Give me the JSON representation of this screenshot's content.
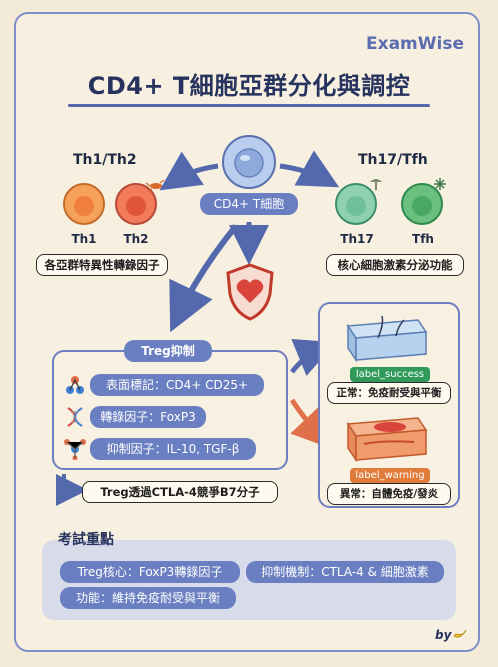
{
  "brand": "ExamWise",
  "title": "CD4+ T細胞亞群分化與調控",
  "center_cell": {
    "label": "CD4+ T細胞"
  },
  "left_group": {
    "title": "Th1/Th2",
    "cells": [
      "Th1",
      "Th2"
    ],
    "caption": "各亞群特異性轉錄因子"
  },
  "right_group": {
    "title": "Th17/Tfh",
    "cells": [
      "Th17",
      "Tfh"
    ],
    "caption": "核心細胞激素分泌功能"
  },
  "treg": {
    "header": "Treg抑制",
    "items": [
      {
        "icon": "molecule-icon",
        "text": "表面標記：CD4+ CD25+"
      },
      {
        "icon": "dna-icon",
        "text": "轉錄因子：FoxP3"
      },
      {
        "icon": "network-icon",
        "text": "抑制因子：IL-10, TGF-β"
      }
    ],
    "note": "Treg透過CTLA-4競爭B7分子"
  },
  "outcomes": {
    "success": {
      "tag": "label_success",
      "caption": "正常：免疫耐受與平衡",
      "color": "#2f9a5a"
    },
    "warning": {
      "tag": "label_warning",
      "caption": "異常：自體免疫/發炎",
      "color": "#e07b3a"
    }
  },
  "exam": {
    "header": "考試重點",
    "pills": [
      "Treg核心：FoxP3轉錄因子",
      "抑制機制：CTLA-4 & 細胞激素",
      "功能：維持免疫耐受與平衡"
    ]
  },
  "signature": "by"
}
